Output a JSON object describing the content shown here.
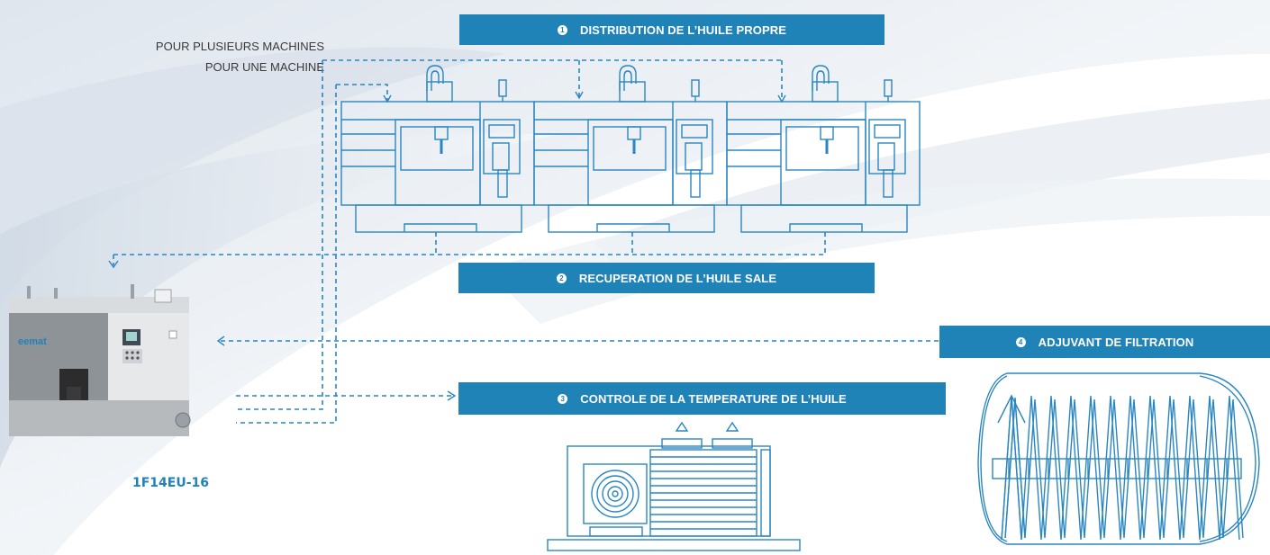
{
  "labels": {
    "multi_machine": "POUR PLUSIEURS MACHINES",
    "single_machine": "POUR UNE MACHINE",
    "model": "1F14EU-16",
    "brand": "eemat"
  },
  "banners": [
    {
      "num": "1",
      "text": "DISTRIBUTION DE L’HUILE PROPRE"
    },
    {
      "num": "2",
      "text": "RECUPERATION DE L’HUILE SALE"
    },
    {
      "num": "3",
      "text": "CONTROLE DE LA TEMPERATURE DE L’HUILE"
    },
    {
      "num": "4",
      "text": "ADJUVANT DE FILTRATION"
    }
  ],
  "colors": {
    "accent": "#1f83b8",
    "line": "#2a86c0",
    "bg_swoosh": "#e8eef4"
  }
}
